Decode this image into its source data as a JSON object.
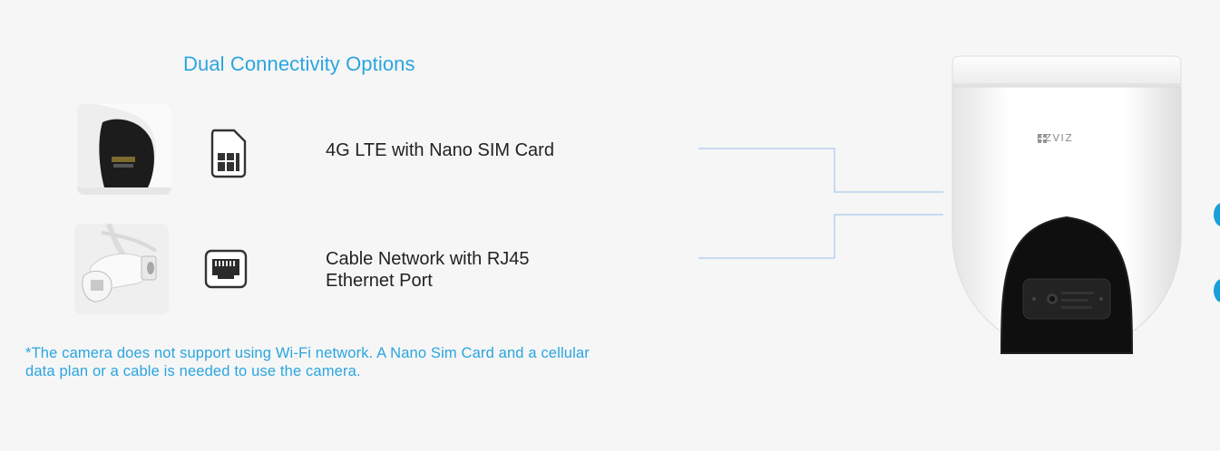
{
  "section": {
    "title": "Dual Connectivity Options"
  },
  "options": [
    {
      "label": "4G LTE with Nano SIM Card",
      "icon": "sim-card-icon"
    },
    {
      "label": "Cable Network with RJ45\nEthernet Port",
      "icon": "rj45-port-icon"
    }
  ],
  "footnote": "*The camera does not support using Wi-Fi network. A Nano Sim Card and a cellular data plan or a cable is needed to use the camera.",
  "camera": {
    "brand": "EZVIZ"
  },
  "colors": {
    "accent": "#2aa5df",
    "text": "#222222",
    "connector": "#b9cff0",
    "background": "#f6f6f6"
  }
}
